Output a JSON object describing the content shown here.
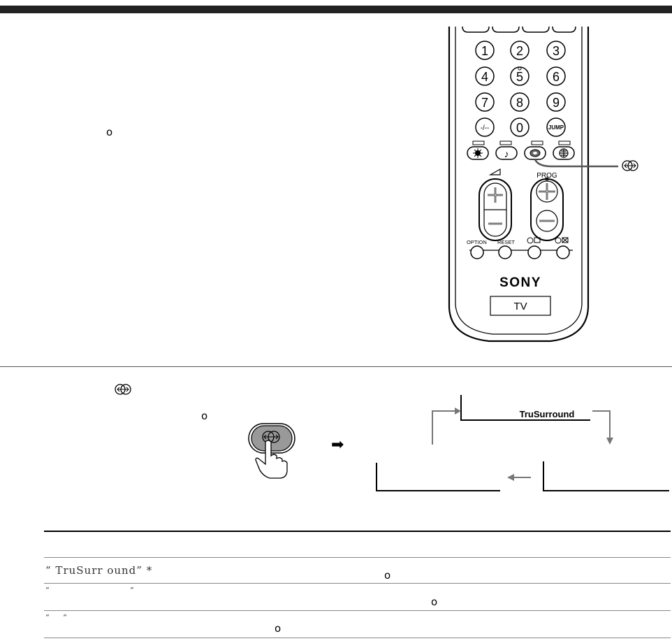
{
  "page": {
    "intro_period": "o",
    "step_period": "o",
    "table_rows": [
      {
        "left": "“ TruSurr ound” *",
        "right": "o"
      },
      {
        "left": "“ ”",
        "right": "o"
      },
      {
        "left": "“ ”",
        "right": "o"
      }
    ]
  },
  "remote": {
    "numbers": [
      "1",
      "2",
      "3",
      "4",
      "5",
      "6",
      "7",
      "8",
      "9",
      "-/--",
      "0",
      "JUMP"
    ],
    "prog_label": "PROG",
    "option_label": "OPTION",
    "reset_label": "RESET",
    "brand": "SONY",
    "tv_label": "TV"
  },
  "diagram": {
    "mode_active": "TruSurround"
  },
  "icons": {
    "surround": "surround-icon",
    "picture": "picture-mode-icon",
    "sound": "sound-mode-icon",
    "teletext": "teletext-icon",
    "volume": "volume-triangle-icon",
    "hand": "hand-press-icon",
    "arrow": "right-arrow-icon"
  }
}
